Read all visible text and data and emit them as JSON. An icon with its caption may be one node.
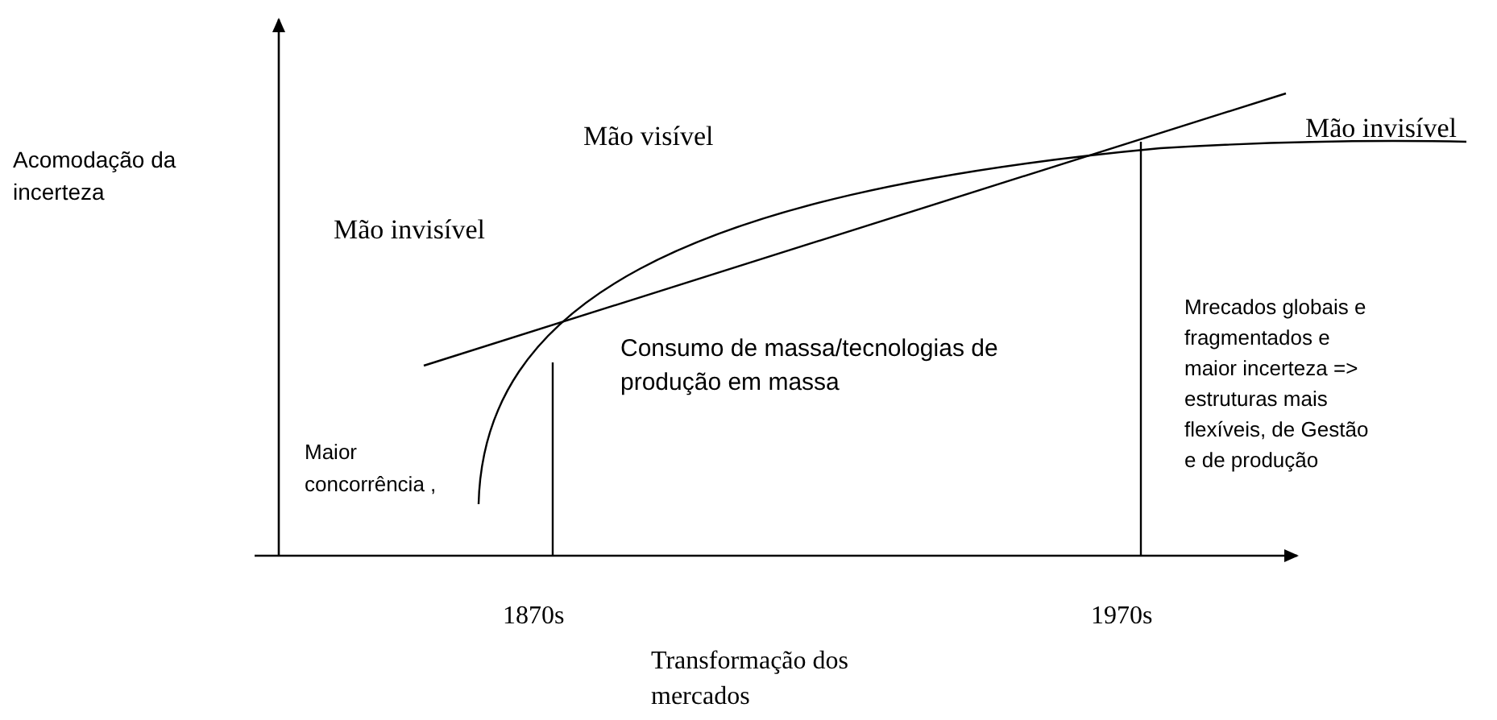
{
  "diagram": {
    "labels": [
      "Acomodação da incerteza",
      "Mão visível",
      "Mão invisível",
      "Mão invisível",
      "Mrecados globais e fragmentados e maior incerteza => estruturas mais flexíveis, de Gestão e de produção",
      "Consumo de massa/tecnologias de produção em massa",
      "Maior concorrência ,",
      "1870s",
      "1970s",
      "Transformação dos mercados"
    ]
  }
}
